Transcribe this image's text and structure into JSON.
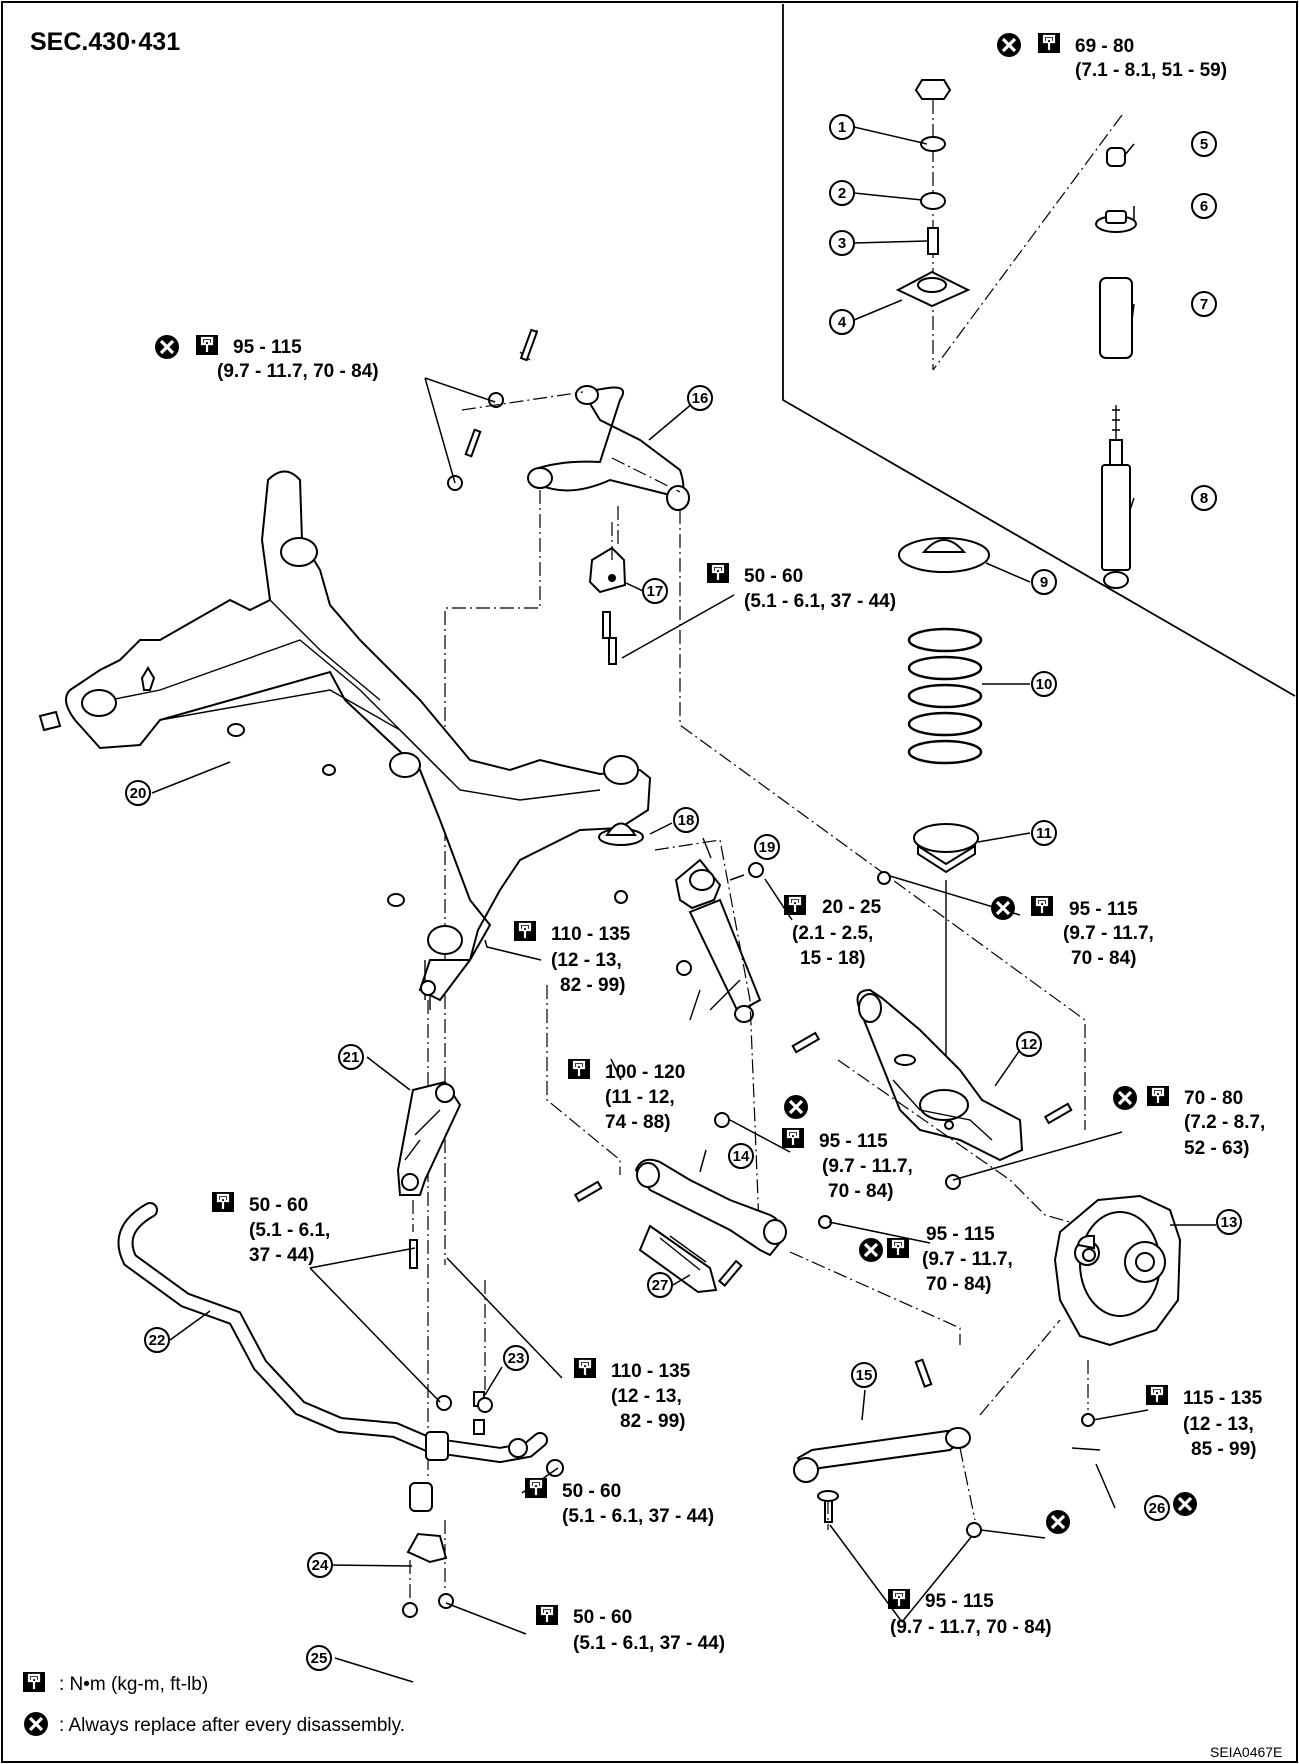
{
  "section_title": "SEC.430·431",
  "figure_code": "SEIA0467E",
  "legend": {
    "torque_unit": ": N•m (kg-m, ft-lb)",
    "replace_note": ": Always replace after every disassembly."
  },
  "icons": {
    "torque": "torque-wrench-icon",
    "replace": "always-replace-x-icon"
  },
  "part_numbers": [
    "1",
    "2",
    "3",
    "4",
    "5",
    "6",
    "7",
    "8",
    "9",
    "10",
    "11",
    "12",
    "13",
    "14",
    "15",
    "16",
    "17",
    "18",
    "19",
    "20",
    "21",
    "22",
    "23",
    "24",
    "25",
    "26",
    "27"
  ],
  "torque_specs": [
    {
      "nm": "69 - 80",
      "other": "(7.1 - 8.1, 51 - 59)",
      "replace": true
    },
    {
      "nm": "95 - 115",
      "other": "(9.7 - 11.7, 70 - 84)",
      "replace": true
    },
    {
      "nm": "50 - 60",
      "other": "(5.1 - 6.1, 37 - 44)",
      "replace": false
    },
    {
      "nm": "110 - 135",
      "other_lines": [
        "(12 - 13,",
        "82 - 99)"
      ],
      "replace": false
    },
    {
      "nm": "20 - 25",
      "other_lines": [
        "(2.1 - 2.5,",
        "15 - 18)"
      ],
      "replace": false
    },
    {
      "nm": "95 - 115",
      "other_lines": [
        "(9.7 - 11.7,",
        "70 - 84)"
      ],
      "replace": true
    },
    {
      "nm": "100 - 120",
      "other_lines": [
        "(11 - 12,",
        "74 - 88)"
      ],
      "replace": false
    },
    {
      "nm": "70 - 80",
      "other_lines": [
        "(7.2 - 8.7,",
        "52 - 63)"
      ],
      "replace": true
    },
    {
      "nm": "95 - 115",
      "other_lines": [
        "(9.7 - 11.7,",
        "70 - 84)"
      ],
      "replace": true
    },
    {
      "nm": "95 - 115",
      "other_lines": [
        "(9.7 - 11.7,",
        "70 - 84)"
      ],
      "replace": true
    },
    {
      "nm": "50 - 60",
      "other_lines": [
        "(5.1 - 6.1,",
        "37 - 44)"
      ],
      "replace": false
    },
    {
      "nm": "110 - 135",
      "other_lines": [
        "(12 - 13,",
        "82 - 99)"
      ],
      "replace": false
    },
    {
      "nm": "115 - 135",
      "other_lines": [
        "(12 - 13,",
        "85 - 99)"
      ],
      "replace": false
    },
    {
      "nm": "50 - 60",
      "other": "(5.1 - 6.1, 37 - 44)",
      "replace": false
    },
    {
      "nm": "50 - 60",
      "other": "(5.1 - 6.1, 37 - 44)",
      "replace": false
    },
    {
      "nm": "95 - 115",
      "other": "(9.7 - 11.7, 70 - 84)",
      "replace": false
    }
  ]
}
